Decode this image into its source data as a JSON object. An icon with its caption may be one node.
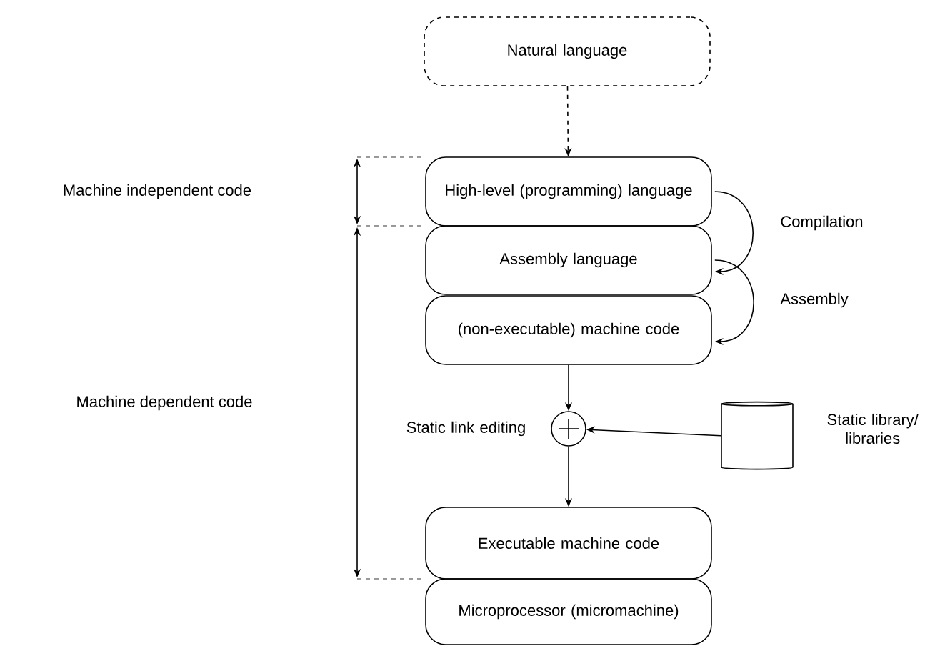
{
  "diagram": {
    "nodes": [
      {
        "text": [
          "Natural language"
        ]
      },
      {
        "text": [
          "High-level (programming) language"
        ]
      },
      {
        "text": [
          "Assembly language"
        ]
      },
      {
        "text": [
          "(non-executable) machine code"
        ]
      },
      {
        "text": [],
        "shape": "circle",
        "beside": [
          "Static link editing"
        ]
      },
      {
        "text": [],
        "shape": "cylinder",
        "beside": [
          "Static library/ libraries"
        ]
      },
      {
        "text": [
          "Executable machine code"
        ]
      },
      {
        "text": [
          "Microprocessor (micromachine)"
        ]
      }
    ],
    "edges": [
      {
        "from": 0,
        "to": 1,
        "arrow": "to",
        "style": "dashed"
      },
      {
        "from": 1,
        "to": 2,
        "arrow": "to",
        "label": "Compilation"
      },
      {
        "from": 2,
        "to": 3,
        "arrow": "to",
        "label": "Assembly"
      },
      {
        "from": 3,
        "to": 4,
        "arrow": "to"
      },
      {
        "from": 5,
        "to": 4,
        "arrow": "to"
      },
      {
        "from": 4,
        "to": 6,
        "arrow": "to"
      }
    ],
    "labels": [
      "Machine independent code",
      "Machine dependent code"
    ]
  }
}
